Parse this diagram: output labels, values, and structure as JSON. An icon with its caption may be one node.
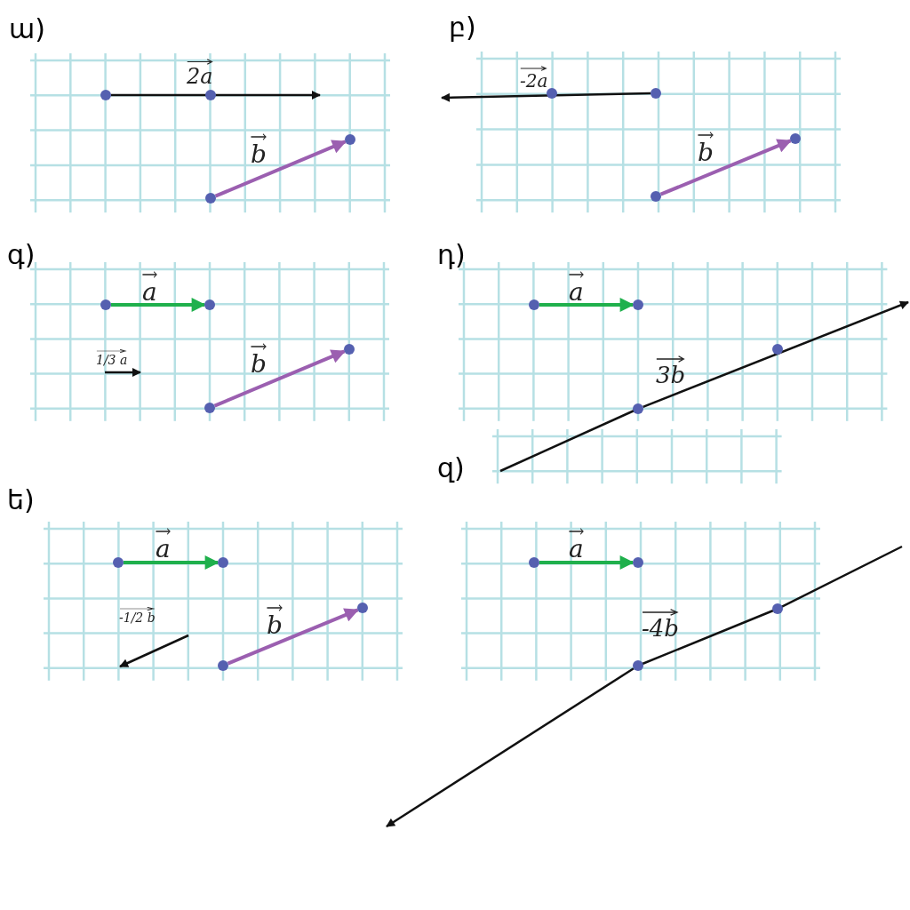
{
  "diagram": {
    "nodes": [
      {
        "text": [],
        "shape": "circle"
      },
      {
        "text": [],
        "shape": "circle"
      },
      {
        "text": [],
        "shape": "circle"
      },
      {
        "text": [],
        "shape": "circle"
      },
      {
        "text": [],
        "shape": "circle"
      },
      {
        "text": [],
        "shape": "circle"
      },
      {
        "text": [],
        "shape": "circle"
      },
      {
        "text": [],
        "shape": "circle"
      },
      {
        "text": [],
        "shape": "circle"
      },
      {
        "text": [],
        "shape": "circle"
      },
      {
        "text": [],
        "shape": "circle"
      },
      {
        "text": [],
        "shape": "circle"
      },
      {
        "text": [],
        "shape": "circle"
      },
      {
        "text": [],
        "shape": "circle"
      },
      {
        "text": [],
        "shape": "circle"
      },
      {
        "text": [],
        "shape": "circle"
      },
      {
        "text": [],
        "shape": "circle"
      },
      {
        "text": [],
        "shape": "circle"
      },
      {
        "text": [],
        "shape": "circle"
      },
      {
        "text": [],
        "shape": "circle"
      },
      {
        "text": [],
        "shape": "circle"
      },
      {
        "text": [],
        "shape": "circle"
      },
      {
        "text": [],
        "shape": "circle"
      },
      {
        "text": [],
        "shape": "circle"
      }
    ],
    "edges": [
      {
        "from": 0,
        "to": null,
        "arrow": "to",
        "label": "2a"
      },
      {
        "from": 2,
        "to": 3,
        "arrow": "to",
        "label": "b",
        "color": "#9b5fb0"
      },
      {
        "from": 5,
        "to": null,
        "arrow": "to",
        "label": "-2a"
      },
      {
        "from": 6,
        "to": 7,
        "arrow": "to",
        "label": "b",
        "color": "#9b5fb0"
      },
      {
        "from": 8,
        "to": 9,
        "arrow": "to",
        "label": "a",
        "color": "#1fb04c"
      },
      {
        "from": 10,
        "to": 11,
        "arrow": "to",
        "label": "b",
        "color": "#9b5fb0"
      },
      {
        "from": 12,
        "to": 13,
        "arrow": "to",
        "label": "a",
        "color": "#1fb04c"
      },
      {
        "from": 14,
        "to": null,
        "arrow": "to",
        "label": "3b"
      },
      {
        "from": 16,
        "to": 17,
        "arrow": "to",
        "label": "a",
        "color": "#1fb04c"
      },
      {
        "from": 18,
        "to": 19,
        "arrow": "to",
        "label": "b",
        "color": "#9b5fb0"
      },
      {
        "from": 20,
        "to": 21,
        "arrow": "to",
        "label": "a",
        "color": "#1fb04c"
      },
      {
        "from": 22,
        "to": null,
        "arrow": "to",
        "label": "-4b"
      }
    ],
    "labels": [
      "ա)",
      "բ)",
      "գ)",
      "դ)",
      "1/3 a",
      "ե)",
      "զ)",
      "-1/2 b"
    ]
  }
}
